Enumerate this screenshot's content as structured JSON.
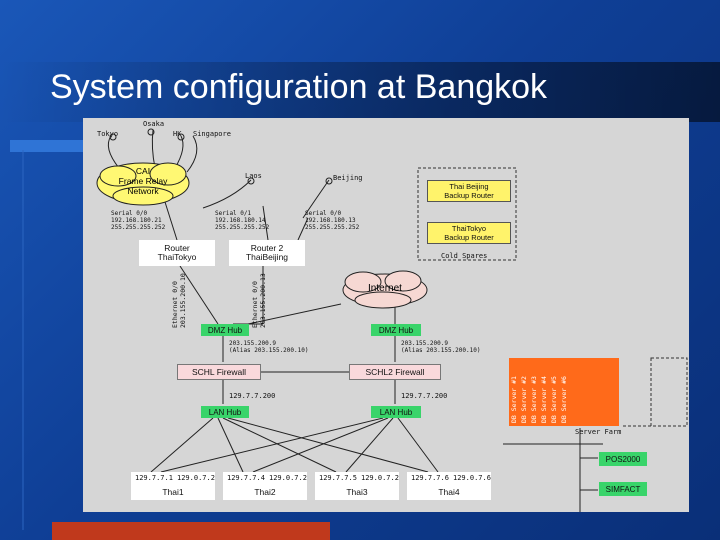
{
  "slide": {
    "title": "System configuration at Bangkok"
  },
  "diagram": {
    "sites": {
      "tokyo": "Tokyo",
      "osaka": "Osaka",
      "hk": "HK",
      "singapore": "Singapore",
      "laos": "Laos",
      "beijing": "Beijing"
    },
    "frame_relay_cloud": "CAI\nFrame Relay\nNetwork",
    "internet_cloud": "Internet",
    "serial_labels": {
      "s1": "Serial 0/0\n192.168.180.21\n255.255.255.252",
      "s2": "Serial 0/1\n192.168.180.14\n255.255.255.252",
      "s3": "Serial 0/0\n192.168.180.13\n255.255.255.252"
    },
    "routers": {
      "r1": "Router\nThaiTokyo",
      "r2": "Router 2\nThaiBeijing"
    },
    "legend_router1": "Thai Beijing\nBackup Router",
    "legend_router2": "ThaiTokyo\nBackup Router",
    "cold_spares": "Cold Spares",
    "ethernet_labels": {
      "e1": "Ethernet 0/0\n203.155.200.10",
      "e2": "Ethernet 0/0\n203.155.200.13"
    },
    "dmz_hub": "DMZ Hub",
    "firewalls": {
      "fw1": "SCHL Firewall",
      "fw2": "SCHL2 Firewall"
    },
    "fw_ip": {
      "ip1": "203.155.200.9\n(Alias 203.155.200.10)",
      "ip2": "203.155.200.9\n(Alias 203.155.200.10)"
    },
    "lan_ip": {
      "ip1": "129.7.7.200",
      "ip2": "129.7.7.200"
    },
    "lan_hub": "LAN Hub",
    "orange_servers": [
      "DB Server #1",
      "DB Server #2",
      "DB Server #3",
      "DB Server #4",
      "DB Server #5",
      "DB Server #6"
    ],
    "server_panel_label": "Server Farm",
    "pos": "POS2000",
    "simfact": "SIMFACT",
    "thai_hosts": [
      "Thai1",
      "Thai2",
      "Thai3",
      "Thai4"
    ],
    "thai_ips": [
      [
        "129.7.7.1",
        "129.0.7.2"
      ],
      [
        "129.7.7.4",
        "129.0.7.2"
      ],
      [
        "129.7.7.5",
        "129.0.7.2"
      ],
      [
        "129.7.7.6",
        "129.0.7.6"
      ]
    ]
  }
}
